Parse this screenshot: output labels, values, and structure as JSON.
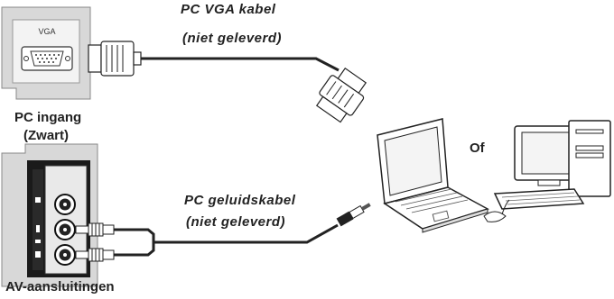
{
  "vga_panel_label": "VGA",
  "pc_input_label": "PC  ingang",
  "pc_input_color": "(Zwart)",
  "vga_cable_line1": "PC  VGA  kabel",
  "vga_cable_line2": "(niet  geleverd)",
  "audio_cable_line1": "PC  geluidskabel",
  "audio_cable_line2": "(niet  geleverd)",
  "or_label": "Of",
  "av_label": "AV-aansluitingen",
  "colors": {
    "panel": "#d8d8d8",
    "cable": "#222222",
    "text": "#222222"
  }
}
